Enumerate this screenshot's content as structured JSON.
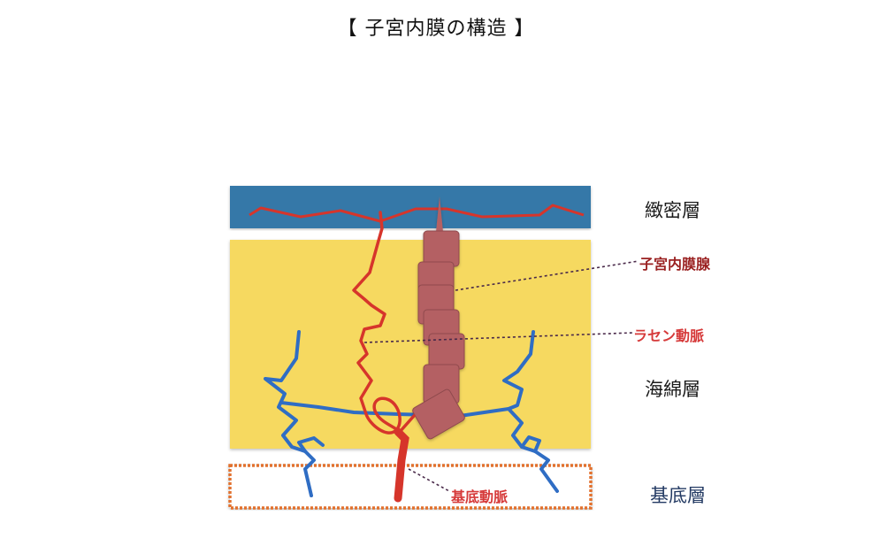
{
  "title": "【 子宮内膜の構造 】",
  "layers": {
    "compact": "緻密層",
    "spongy": "海綿層",
    "basal": "基底層"
  },
  "structures": {
    "gland": "子宮内膜腺",
    "spiral_artery": "ラセン動脈",
    "basal_artery": "基底動脈"
  },
  "colors": {
    "compact_layer": "#3478a8",
    "spongy_layer": "#f6d961",
    "basal_border": "#e2712f",
    "artery": "#d6352b",
    "vein": "#2f6dc4",
    "gland": "#b46164",
    "gland_label": "#9a2121",
    "artery_label": "#d63a3a",
    "basal_text": "#233a63"
  }
}
